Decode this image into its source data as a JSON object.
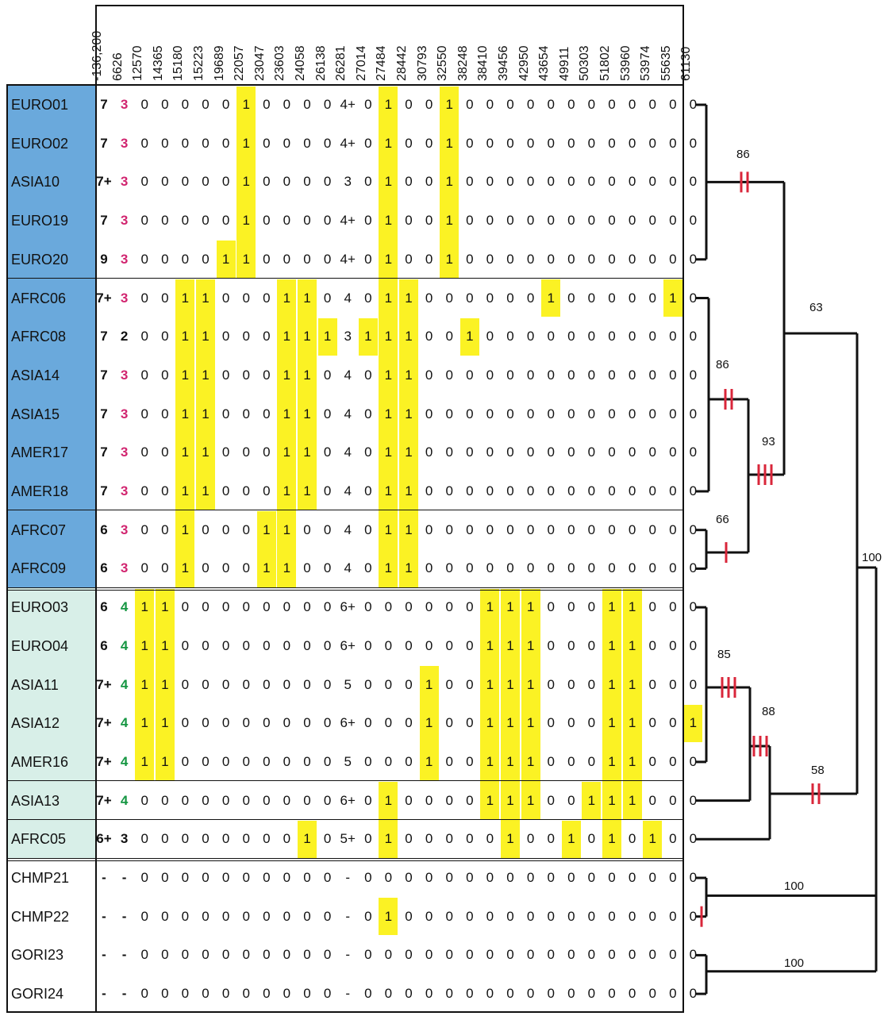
{
  "sites": [
    "-136,200",
    "6626",
    "12570",
    "14365",
    "15180",
    "15223",
    "19689",
    "22057",
    "23047",
    "23603",
    "24058",
    "26138",
    "26281",
    "27014",
    "27484",
    "28442",
    "30793",
    "32550",
    "38248",
    "38410",
    "39456",
    "42950",
    "43654",
    "49911",
    "50303",
    "51802",
    "53960",
    "53974",
    "55635",
    "61130"
  ],
  "rows": [
    {
      "name": "EURO01",
      "cells": [
        "7",
        "3",
        "0",
        "0",
        "0",
        "0",
        "0",
        "1",
        "0",
        "0",
        "0",
        "0",
        "4+",
        "0",
        "1",
        "0",
        "0",
        "1",
        "0",
        "0",
        "0",
        "0",
        "0",
        "0",
        "0",
        "0",
        "0",
        "0",
        "0",
        "0"
      ],
      "hl": [
        7,
        14,
        17
      ],
      "c1": "pink"
    },
    {
      "name": "EURO02",
      "cells": [
        "7",
        "3",
        "0",
        "0",
        "0",
        "0",
        "0",
        "1",
        "0",
        "0",
        "0",
        "0",
        "4+",
        "0",
        "1",
        "0",
        "0",
        "1",
        "0",
        "0",
        "0",
        "0",
        "0",
        "0",
        "0",
        "0",
        "0",
        "0",
        "0",
        "0"
      ],
      "hl": [
        7,
        14,
        17
      ],
      "c1": "pink"
    },
    {
      "name": "ASIA10",
      "cells": [
        "7+",
        "3",
        "0",
        "0",
        "0",
        "0",
        "0",
        "1",
        "0",
        "0",
        "0",
        "0",
        "3",
        "0",
        "1",
        "0",
        "0",
        "1",
        "0",
        "0",
        "0",
        "0",
        "0",
        "0",
        "0",
        "0",
        "0",
        "0",
        "0",
        "0"
      ],
      "hl": [
        7,
        14,
        17
      ],
      "c1": "pink"
    },
    {
      "name": "EURO19",
      "cells": [
        "7",
        "3",
        "0",
        "0",
        "0",
        "0",
        "0",
        "1",
        "0",
        "0",
        "0",
        "0",
        "4+",
        "0",
        "1",
        "0",
        "0",
        "1",
        "0",
        "0",
        "0",
        "0",
        "0",
        "0",
        "0",
        "0",
        "0",
        "0",
        "0",
        "0"
      ],
      "hl": [
        7,
        14,
        17
      ],
      "c1": "pink"
    },
    {
      "name": "EURO20",
      "cells": [
        "9",
        "3",
        "0",
        "0",
        "0",
        "0",
        "1",
        "1",
        "0",
        "0",
        "0",
        "0",
        "4+",
        "0",
        "1",
        "0",
        "0",
        "1",
        "0",
        "0",
        "0",
        "0",
        "0",
        "0",
        "0",
        "0",
        "0",
        "0",
        "0",
        "0"
      ],
      "hl": [
        6,
        7,
        14,
        17
      ],
      "c1": "pink"
    },
    {
      "name": "AFRC06",
      "cells": [
        "7+",
        "3",
        "0",
        "0",
        "1",
        "1",
        "0",
        "0",
        "0",
        "1",
        "1",
        "0",
        "4",
        "0",
        "1",
        "1",
        "0",
        "0",
        "0",
        "0",
        "0",
        "0",
        "1",
        "0",
        "0",
        "0",
        "0",
        "0",
        "1",
        "0"
      ],
      "hl": [
        4,
        5,
        9,
        10,
        14,
        15,
        22,
        28
      ],
      "c1": "pink"
    },
    {
      "name": "AFRC08",
      "cells": [
        "7",
        "2",
        "0",
        "0",
        "1",
        "1",
        "0",
        "0",
        "0",
        "1",
        "1",
        "1",
        "3",
        "1",
        "1",
        "1",
        "0",
        "0",
        "1",
        "0",
        "0",
        "0",
        "0",
        "0",
        "0",
        "0",
        "0",
        "0",
        "0",
        "0"
      ],
      "hl": [
        4,
        5,
        9,
        10,
        11,
        13,
        14,
        15,
        18
      ],
      "c1": "dark"
    },
    {
      "name": "ASIA14",
      "cells": [
        "7",
        "3",
        "0",
        "0",
        "1",
        "1",
        "0",
        "0",
        "0",
        "1",
        "1",
        "0",
        "4",
        "0",
        "1",
        "1",
        "0",
        "0",
        "0",
        "0",
        "0",
        "0",
        "0",
        "0",
        "0",
        "0",
        "0",
        "0",
        "0",
        "0"
      ],
      "hl": [
        4,
        5,
        9,
        10,
        14,
        15
      ],
      "c1": "pink"
    },
    {
      "name": "ASIA15",
      "cells": [
        "7",
        "3",
        "0",
        "0",
        "1",
        "1",
        "0",
        "0",
        "0",
        "1",
        "1",
        "0",
        "4",
        "0",
        "1",
        "1",
        "0",
        "0",
        "0",
        "0",
        "0",
        "0",
        "0",
        "0",
        "0",
        "0",
        "0",
        "0",
        "0",
        "0"
      ],
      "hl": [
        4,
        5,
        9,
        10,
        14,
        15
      ],
      "c1": "pink"
    },
    {
      "name": "AMER17",
      "cells": [
        "7",
        "3",
        "0",
        "0",
        "1",
        "1",
        "0",
        "0",
        "0",
        "1",
        "1",
        "0",
        "4",
        "0",
        "1",
        "1",
        "0",
        "0",
        "0",
        "0",
        "0",
        "0",
        "0",
        "0",
        "0",
        "0",
        "0",
        "0",
        "0",
        "0"
      ],
      "hl": [
        4,
        5,
        9,
        10,
        14,
        15
      ],
      "c1": "pink"
    },
    {
      "name": "AMER18",
      "cells": [
        "7",
        "3",
        "0",
        "0",
        "1",
        "1",
        "0",
        "0",
        "0",
        "1",
        "1",
        "0",
        "4",
        "0",
        "1",
        "1",
        "0",
        "0",
        "0",
        "0",
        "0",
        "0",
        "0",
        "0",
        "0",
        "0",
        "0",
        "0",
        "0",
        "0"
      ],
      "hl": [
        4,
        5,
        9,
        10,
        14,
        15
      ],
      "c1": "pink"
    },
    {
      "name": "AFRC07",
      "cells": [
        "6",
        "3",
        "0",
        "0",
        "1",
        "0",
        "0",
        "0",
        "1",
        "1",
        "0",
        "0",
        "4",
        "0",
        "1",
        "1",
        "0",
        "0",
        "0",
        "0",
        "0",
        "0",
        "0",
        "0",
        "0",
        "0",
        "0",
        "0",
        "0",
        "0"
      ],
      "hl": [
        4,
        8,
        9,
        14,
        15
      ],
      "c1": "pink"
    },
    {
      "name": "AFRC09",
      "cells": [
        "6",
        "3",
        "0",
        "0",
        "1",
        "0",
        "0",
        "0",
        "1",
        "1",
        "0",
        "0",
        "4",
        "0",
        "1",
        "1",
        "0",
        "0",
        "0",
        "0",
        "0",
        "0",
        "0",
        "0",
        "0",
        "0",
        "0",
        "0",
        "0",
        "0"
      ],
      "hl": [
        4,
        8,
        9,
        14,
        15
      ],
      "c1": "pink"
    },
    {
      "name": "EURO03",
      "cells": [
        "6",
        "4",
        "1",
        "1",
        "0",
        "0",
        "0",
        "0",
        "0",
        "0",
        "0",
        "0",
        "6+",
        "0",
        "0",
        "0",
        "0",
        "0",
        "0",
        "1",
        "1",
        "1",
        "0",
        "0",
        "0",
        "1",
        "1",
        "0",
        "0",
        "0"
      ],
      "hl": [
        2,
        3,
        19,
        20,
        21,
        25,
        26
      ],
      "c1": "green"
    },
    {
      "name": "EURO04",
      "cells": [
        "6",
        "4",
        "1",
        "1",
        "0",
        "0",
        "0",
        "0",
        "0",
        "0",
        "0",
        "0",
        "6+",
        "0",
        "0",
        "0",
        "0",
        "0",
        "0",
        "1",
        "1",
        "1",
        "0",
        "0",
        "0",
        "1",
        "1",
        "0",
        "0",
        "0"
      ],
      "hl": [
        2,
        3,
        19,
        20,
        21,
        25,
        26
      ],
      "c1": "green"
    },
    {
      "name": "ASIA11",
      "cells": [
        "7+",
        "4",
        "1",
        "1",
        "0",
        "0",
        "0",
        "0",
        "0",
        "0",
        "0",
        "0",
        "5",
        "0",
        "0",
        "0",
        "1",
        "0",
        "0",
        "1",
        "1",
        "1",
        "0",
        "0",
        "0",
        "1",
        "1",
        "0",
        "0",
        "0"
      ],
      "hl": [
        2,
        3,
        16,
        19,
        20,
        21,
        25,
        26
      ],
      "c1": "green"
    },
    {
      "name": "ASIA12",
      "cells": [
        "7+",
        "4",
        "1",
        "1",
        "0",
        "0",
        "0",
        "0",
        "0",
        "0",
        "0",
        "0",
        "6+",
        "0",
        "0",
        "0",
        "1",
        "0",
        "0",
        "1",
        "1",
        "1",
        "0",
        "0",
        "0",
        "1",
        "1",
        "0",
        "0",
        "1"
      ],
      "hl": [
        2,
        3,
        16,
        19,
        20,
        21,
        25,
        26,
        29
      ],
      "c1": "green"
    },
    {
      "name": "AMER16",
      "cells": [
        "7+",
        "4",
        "1",
        "1",
        "0",
        "0",
        "0",
        "0",
        "0",
        "0",
        "0",
        "0",
        "5",
        "0",
        "0",
        "0",
        "1",
        "0",
        "0",
        "1",
        "1",
        "1",
        "0",
        "0",
        "0",
        "1",
        "1",
        "0",
        "0",
        "0"
      ],
      "hl": [
        2,
        3,
        16,
        19,
        20,
        21,
        25,
        26
      ],
      "c1": "green"
    },
    {
      "name": "ASIA13",
      "cells": [
        "7+",
        "4",
        "0",
        "0",
        "0",
        "0",
        "0",
        "0",
        "0",
        "0",
        "0",
        "0",
        "6+",
        "0",
        "1",
        "0",
        "0",
        "0",
        "0",
        "1",
        "1",
        "1",
        "0",
        "0",
        "1",
        "1",
        "1",
        "0",
        "0",
        "0"
      ],
      "hl": [
        14,
        19,
        20,
        21,
        24,
        25,
        26
      ],
      "c1": "green"
    },
    {
      "name": "AFRC05",
      "cells": [
        "6+",
        "3",
        "0",
        "0",
        "0",
        "0",
        "0",
        "0",
        "0",
        "0",
        "1",
        "0",
        "5+",
        "0",
        "1",
        "0",
        "0",
        "0",
        "0",
        "0",
        "1",
        "0",
        "0",
        "1",
        "0",
        "1",
        "0",
        "1",
        "0",
        "0"
      ],
      "hl": [
        10,
        14,
        20,
        23,
        25,
        27
      ],
      "c1": "dark"
    },
    {
      "name": "CHMP21",
      "cells": [
        "-",
        "-",
        "0",
        "0",
        "0",
        "0",
        "0",
        "0",
        "0",
        "0",
        "0",
        "0",
        "-",
        "0",
        "0",
        "0",
        "0",
        "0",
        "0",
        "0",
        "0",
        "0",
        "0",
        "0",
        "0",
        "0",
        "0",
        "0",
        "0",
        "0"
      ],
      "hl": [],
      "c1": "dark"
    },
    {
      "name": "CHMP22",
      "cells": [
        "-",
        "-",
        "0",
        "0",
        "0",
        "0",
        "0",
        "0",
        "0",
        "0",
        "0",
        "0",
        "-",
        "0",
        "1",
        "0",
        "0",
        "0",
        "0",
        "0",
        "0",
        "0",
        "0",
        "0",
        "0",
        "0",
        "0",
        "0",
        "0",
        "0"
      ],
      "hl": [
        14
      ],
      "c1": "dark"
    },
    {
      "name": "GORI23",
      "cells": [
        "-",
        "-",
        "0",
        "0",
        "0",
        "0",
        "0",
        "0",
        "0",
        "0",
        "0",
        "0",
        "-",
        "0",
        "0",
        "0",
        "0",
        "0",
        "0",
        "0",
        "0",
        "0",
        "0",
        "0",
        "0",
        "0",
        "0",
        "0",
        "0",
        "0"
      ],
      "hl": [],
      "c1": "dark"
    },
    {
      "name": "GORI24",
      "cells": [
        "-",
        "-",
        "0",
        "0",
        "0",
        "0",
        "0",
        "0",
        "0",
        "0",
        "0",
        "0",
        "-",
        "0",
        "0",
        "0",
        "0",
        "0",
        "0",
        "0",
        "0",
        "0",
        "0",
        "0",
        "0",
        "0",
        "0",
        "0",
        "0",
        "0"
      ],
      "hl": [],
      "c1": "dark"
    }
  ],
  "groups": [
    {
      "rows": [
        0,
        4
      ],
      "color": "#6aa9dc"
    },
    {
      "rows": [
        5,
        10
      ],
      "color": "#6aa9dc"
    },
    {
      "rows": [
        11,
        12
      ],
      "color": "#6aa9dc"
    },
    {
      "rows": [
        13,
        17
      ],
      "color": "#d8efe8"
    },
    {
      "rows": [
        18,
        18
      ],
      "color": "#d8efe8"
    },
    {
      "rows": [
        19,
        19
      ],
      "color": "#d8efe8"
    },
    {
      "rows": [
        20,
        23
      ],
      "color": "#ffffff"
    }
  ],
  "colors": {
    "highlight": "#fbf224",
    "blue_group": "#6aa9dc",
    "green_group": "#d8efe8",
    "pink": "#d1246f",
    "green": "#159642",
    "tick": "#d9263a"
  },
  "tree": {
    "supports": [
      {
        "label": "86",
        "node": "euro"
      },
      {
        "label": "86",
        "node": "afrA"
      },
      {
        "label": "66",
        "node": "afrB"
      },
      {
        "label": "93",
        "node": "afr"
      },
      {
        "label": "63",
        "node": "top1"
      },
      {
        "label": "85",
        "node": "g3a"
      },
      {
        "label": "88",
        "node": "g3b"
      },
      {
        "label": "58",
        "node": "g3"
      },
      {
        "label": "100",
        "node": "human"
      },
      {
        "label": "100",
        "node": "chmp"
      },
      {
        "label": "100",
        "node": "gori"
      }
    ]
  }
}
